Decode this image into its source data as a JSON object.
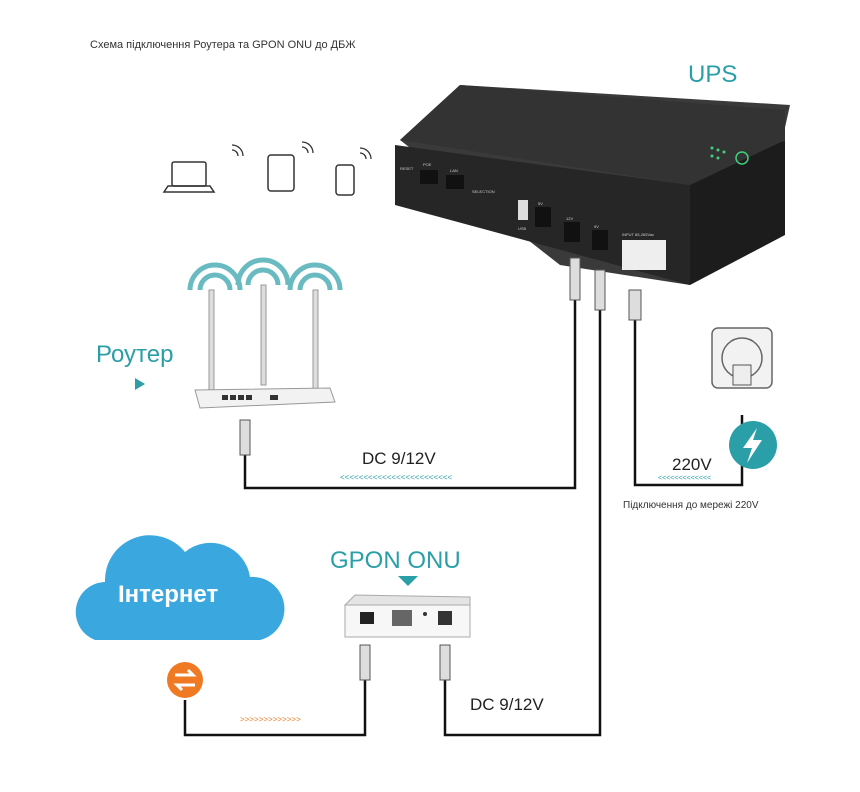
{
  "title": "Схема підключення Роутера та GPON ONU до ДБЖ",
  "labels": {
    "ups": "UPS",
    "router": "Роутер",
    "gpon": "GPON ONU",
    "internet": "Інтернет",
    "dc_top": "DC 9/12V",
    "dc_bottom": "DC 9/12V",
    "voltage": "220V",
    "mains_caption": "Підключення до мережі 220V",
    "arrows_left": "<<<<<<<<<<<<<<<<<<<<<<<<",
    "arrows_mains": "<<<<<<<<<<<<<",
    "arrows_right": ">>>>>>>>>>>>>"
  },
  "ups_ports": {
    "reset": "RESET",
    "poe": "POE",
    "lan": "LAN",
    "selection": "SELECTION",
    "usb": "USB",
    "out_5v": "5V",
    "out_12v": "12V",
    "out_9v": "9V",
    "input": "INPUT 85-265Vac"
  },
  "colors": {
    "accent_teal": "#2a9fa8",
    "cloud_blue": "#3aa8de",
    "orange": "#f07a24",
    "ups_body": "#2b2b2b",
    "cable": "#111111"
  }
}
